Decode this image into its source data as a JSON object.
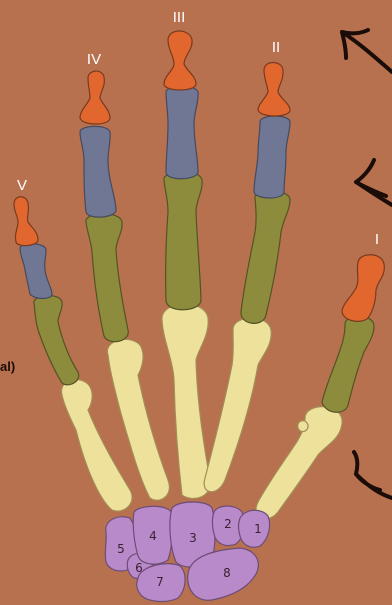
{
  "diagram": {
    "digit_labels": [
      "I",
      "II",
      "III",
      "IV",
      "V"
    ],
    "edge_text": "al)",
    "carpal_numbers": [
      "1",
      "2",
      "3",
      "4",
      "5",
      "6",
      "7",
      "8"
    ]
  },
  "colors": {
    "background": "#b8714f",
    "distal_phalanx": "#e2672f",
    "middle_phalanx": "#6f7794",
    "proximal_phalanx": "#8d8c3d",
    "metacarpal": "#ede19c",
    "carpal": "#b98ac9",
    "arrow": "#1a0d08"
  }
}
